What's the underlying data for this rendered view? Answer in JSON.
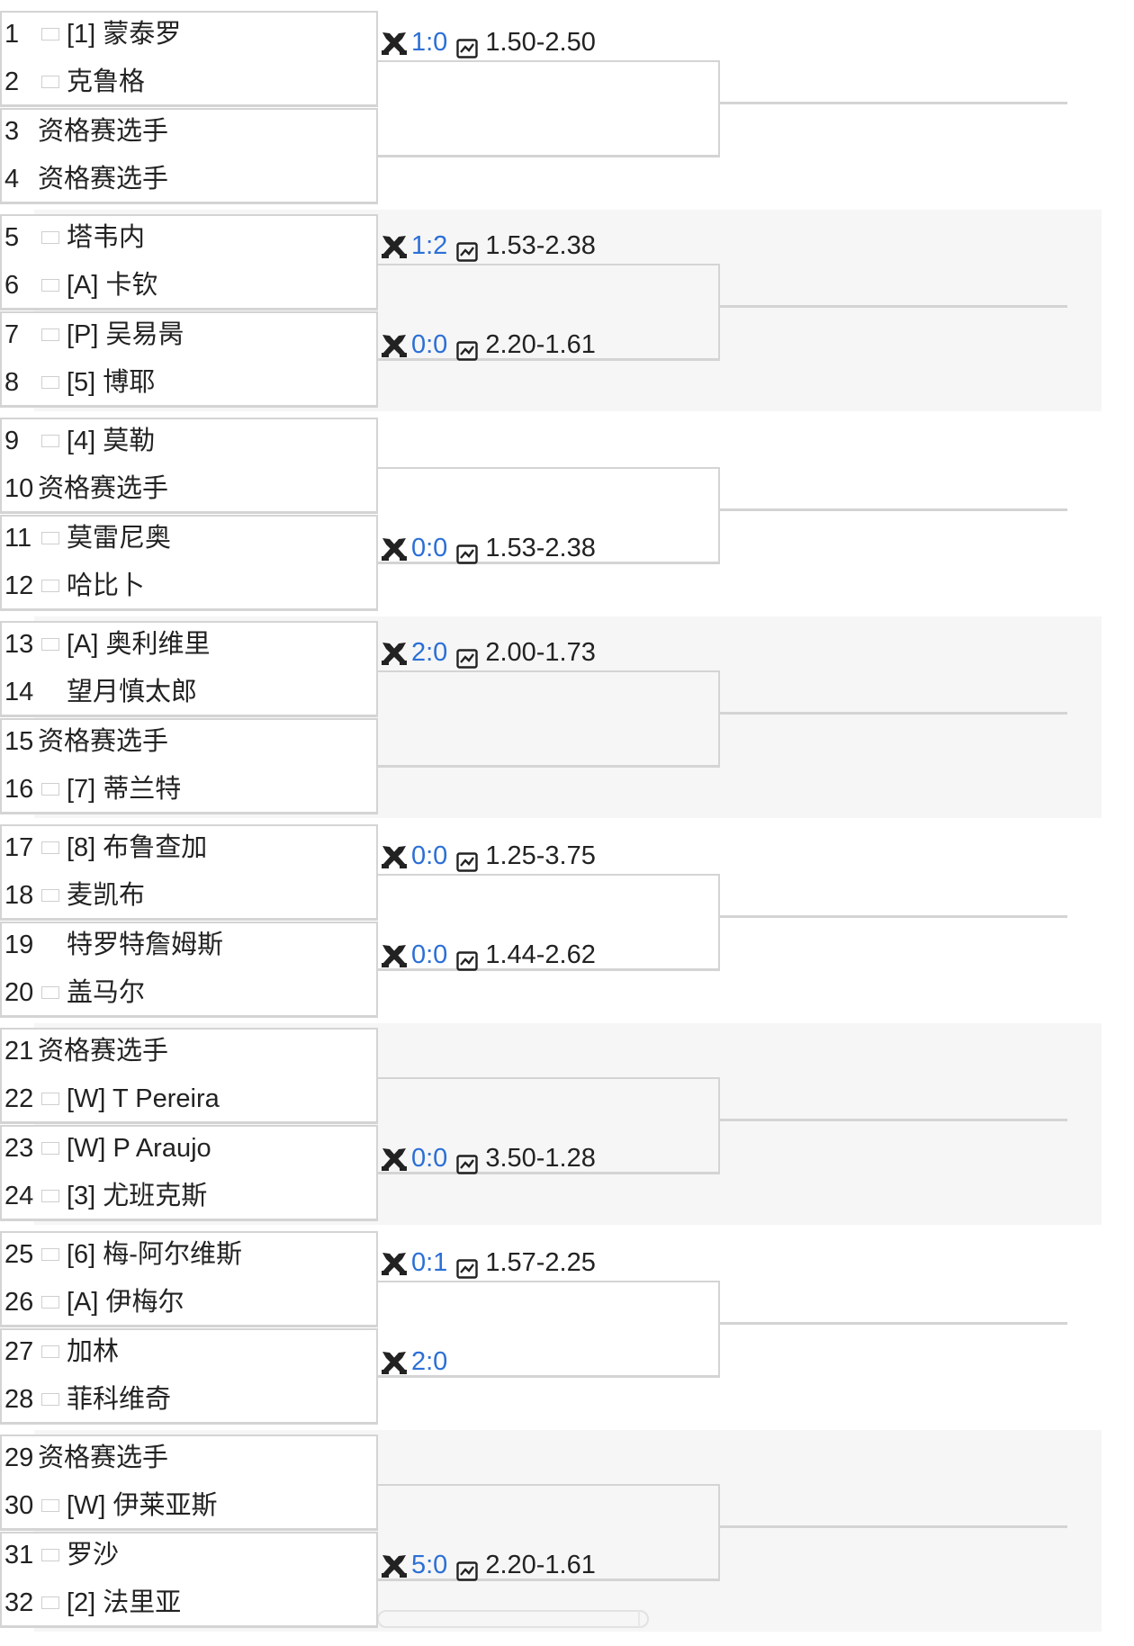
{
  "groups": [
    {
      "shaded": false,
      "players": [
        {
          "seed": "1",
          "flag": "br",
          "name": "[1] 蒙泰罗"
        },
        {
          "seed": "2",
          "flag": "us",
          "name": "克鲁格"
        },
        {
          "seed": "3",
          "flag": "",
          "name": "资格赛选手"
        },
        {
          "seed": "4",
          "flag": "",
          "name": "资格赛选手"
        }
      ],
      "matches": [
        {
          "score": "1:0",
          "odds": "1.50-2.50"
        },
        null
      ]
    },
    {
      "shaded": true,
      "players": [
        {
          "seed": "5",
          "flag": "es",
          "name": "塔韦内"
        },
        {
          "seed": "6",
          "flag": "ar",
          "name": "[A] 卡钦"
        },
        {
          "seed": "7",
          "flag": "cn",
          "name": "[P] 吴易昺"
        },
        {
          "seed": "8",
          "flag": "us",
          "name": "[5] 博耶"
        }
      ],
      "matches": [
        {
          "score": "1:2",
          "odds": "1.53-2.38"
        },
        {
          "score": "0:0",
          "odds": "2.20-1.61"
        }
      ]
    },
    {
      "shaded": false,
      "players": [
        {
          "seed": "9",
          "flag": "dk",
          "name": "[4] 莫勒"
        },
        {
          "seed": "10",
          "flag": "",
          "name": "资格赛选手"
        },
        {
          "seed": "11",
          "flag": "us",
          "name": "莫雷尼奥"
        },
        {
          "seed": "12",
          "flag": "lb",
          "name": "哈比卜"
        }
      ],
      "matches": [
        null,
        {
          "score": "0:0",
          "odds": "1.53-2.38"
        }
      ]
    },
    {
      "shaded": true,
      "players": [
        {
          "seed": "13",
          "flag": "ar",
          "name": "[A] 奥利维里"
        },
        {
          "seed": "14",
          "flag": "jp",
          "name": "望月慎太郎"
        },
        {
          "seed": "15",
          "flag": "",
          "name": "资格赛选手"
        },
        {
          "seed": "16",
          "flag": "ar",
          "name": "[7] 蒂兰特"
        }
      ],
      "matches": [
        {
          "score": "2:0",
          "odds": "2.00-1.73"
        },
        null
      ]
    },
    {
      "shaded": false,
      "players": [
        {
          "seed": "17",
          "flag": "ar",
          "name": "[8] 布鲁查加"
        },
        {
          "seed": "18",
          "flag": "au",
          "name": "麦凯布"
        },
        {
          "seed": "19",
          "flag": "jp",
          "name": "特罗特詹姆斯"
        },
        {
          "seed": "20",
          "flag": "fr",
          "name": "盖马尔"
        }
      ],
      "matches": [
        {
          "score": "0:0",
          "odds": "1.25-3.75"
        },
        {
          "score": "0:0",
          "odds": "1.44-2.62"
        }
      ]
    },
    {
      "shaded": true,
      "players": [
        {
          "seed": "21",
          "flag": "",
          "name": "资格赛选手"
        },
        {
          "seed": "22",
          "flag": "pt",
          "name": "[W] T Pereira"
        },
        {
          "seed": "23",
          "flag": "pt",
          "name": "[W] P Araujo"
        },
        {
          "seed": "24",
          "flag": "us",
          "name": "[3] 尤班克斯"
        }
      ],
      "matches": [
        null,
        {
          "score": "0:0",
          "odds": "3.50-1.28"
        }
      ]
    },
    {
      "shaded": false,
      "players": [
        {
          "seed": "25",
          "flag": "br",
          "name": "[6] 梅-阿尔维斯"
        },
        {
          "seed": "26",
          "flag": "se",
          "name": "[A] 伊梅尔"
        },
        {
          "seed": "27",
          "flag": "cl",
          "name": "加林"
        },
        {
          "seed": "28",
          "flag": "ar",
          "name": "菲科维奇"
        }
      ],
      "matches": [
        {
          "score": "0:1",
          "odds": "1.57-2.25"
        },
        {
          "score": "2:0",
          "odds": ""
        }
      ]
    },
    {
      "shaded": true,
      "players": [
        {
          "seed": "29",
          "flag": "",
          "name": "资格赛选手"
        },
        {
          "seed": "30",
          "flag": "pt",
          "name": "[W] 伊莱亚斯"
        },
        {
          "seed": "31",
          "flag": "pt",
          "name": "罗沙"
        },
        {
          "seed": "32",
          "flag": "pt",
          "name": "[2] 法里亚"
        }
      ],
      "matches": [
        null,
        {
          "score": "5:0",
          "odds": "2.20-1.61"
        }
      ]
    }
  ],
  "colors": {
    "score": "#2b6fd6",
    "line": "#d4d4d4",
    "shade": "#f6f6f6"
  },
  "icons": {
    "match": "crossed-rackets-icon",
    "odds": "trend-chart-icon"
  }
}
